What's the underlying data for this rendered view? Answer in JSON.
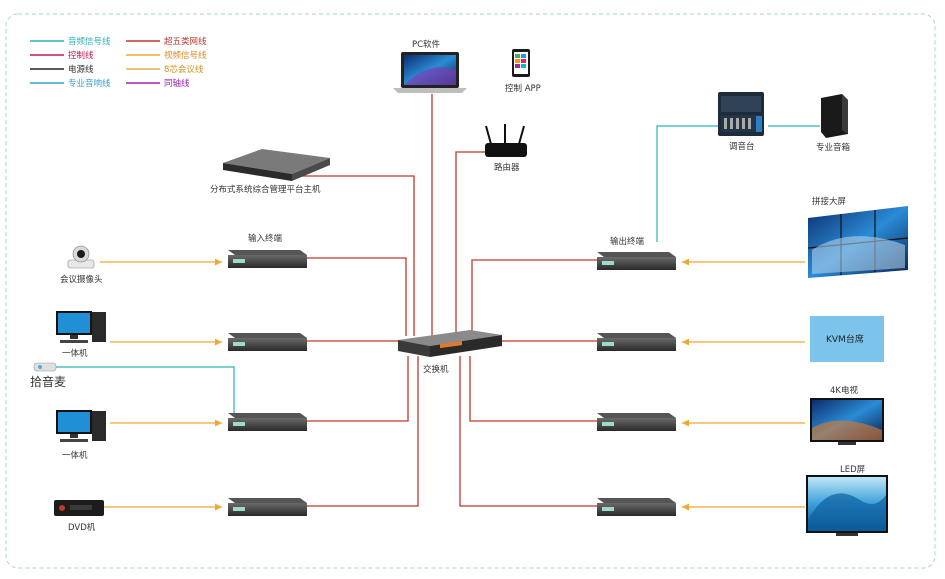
{
  "legend": {
    "items": [
      {
        "label": "音频信号线",
        "color": "#2ab3b3"
      },
      {
        "label": "控制线",
        "color": "#c2185b"
      },
      {
        "label": "电源线",
        "color": "#222222"
      },
      {
        "label": "专业音响线",
        "color": "#3a9fd1"
      },
      {
        "label": "超五类网线",
        "color": "#c0392b"
      },
      {
        "label": "视频信号线",
        "color": "#f0a830"
      },
      {
        "label": "8芯会议线",
        "color": "#e8b04a"
      },
      {
        "label": "同轴线",
        "color": "#9c27b0"
      }
    ]
  },
  "nodes": {
    "pc_software": "PC软件",
    "control_app": "控制 APP",
    "router": "路由器",
    "mgmt_host": "分布式系统综合管理平台主机",
    "input_terminal": "输入终端",
    "output_terminal": "输出终端",
    "switch": "交换机",
    "camera": "会议摄像头",
    "pc1": "一体机",
    "mic": "拾音麦",
    "pc2": "一体机",
    "dvd": "DVD机",
    "mixer": "调音台",
    "speaker": "专业音箱",
    "video_wall": "拼接大屏",
    "kvm": "KVM台席",
    "tv4k": "4K电视",
    "led": "LED屏"
  },
  "colors": {
    "network": "#c0392b",
    "video": "#f0a830",
    "audio": "#2ab3b3",
    "border": "#b7dcd6",
    "kvm_fill": "#7cc4ec"
  }
}
